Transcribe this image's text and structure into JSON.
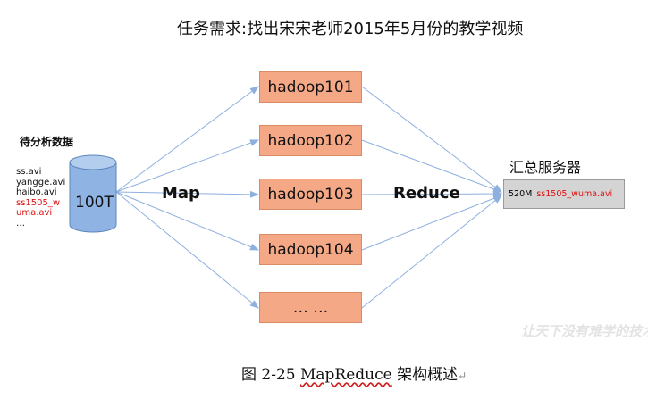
{
  "title": "任务需求:找出宋宋老师2015年5月份的教学视频",
  "source": {
    "label": "待分析数据",
    "files": [
      {
        "name": "ss.avi",
        "highlight": false
      },
      {
        "name": "yangge.avi",
        "highlight": false
      },
      {
        "name": "haibo.avi",
        "highlight": false
      },
      {
        "name": "ss1505_w",
        "highlight": true
      },
      {
        "name": "uma.avi",
        "highlight": true
      },
      {
        "name": "…",
        "highlight": false
      }
    ],
    "storage_size": "100T"
  },
  "map_label": "Map",
  "reduce_label": "Reduce",
  "nodes": [
    "hadoop101",
    "hadoop102",
    "hadoop103",
    "hadoop104",
    "… …"
  ],
  "server": {
    "title": "汇总服务器",
    "size": "520M",
    "file": "ss1505_wuma.avi"
  },
  "caption": {
    "prefix": "图 2-25 ",
    "term": "MapReduce",
    "suffix": " 架构概述",
    "return_mark": "↵"
  },
  "watermark": "让天下没有难学的技术",
  "colors": {
    "node_fill": "#f4a886",
    "cylinder_fill": "#8fb4e3",
    "arrow": "#8eb0df",
    "highlight_text": "#e01010",
    "server_fill": "#d4d4d4"
  }
}
